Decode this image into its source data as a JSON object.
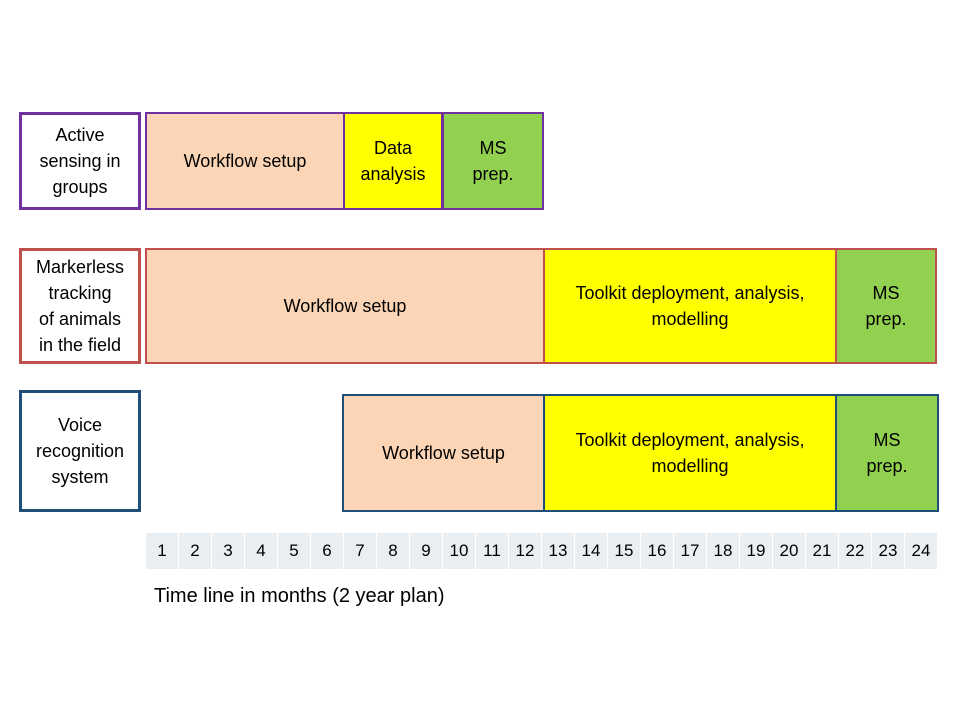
{
  "rows": [
    {
      "label": "Active\nsensing in\ngroups",
      "border_color": "#7030a0",
      "segments": [
        {
          "text": "Workflow setup",
          "color": "#fbd5b5"
        },
        {
          "text": "Data\nanalysis",
          "color": "#ffff00"
        },
        {
          "text": "MS\nprep.",
          "color": "#92d050"
        }
      ]
    },
    {
      "label": "Markerless\ntracking\nof animals\nin the field",
      "border_color": "#c0504d",
      "segments": [
        {
          "text": "Workflow setup",
          "color": "#fbd5b5"
        },
        {
          "text": "Toolkit deployment, analysis,\nmodelling",
          "color": "#ffff00"
        },
        {
          "text": "MS\nprep.",
          "color": "#92d050"
        }
      ]
    },
    {
      "label": "Voice\nrecognition\nsystem",
      "border_color": "#1f4e79",
      "segments": [
        {
          "text": "Workflow setup",
          "color": "#fbd5b5"
        },
        {
          "text": "Toolkit deployment, analysis,\nmodelling",
          "color": "#ffff00"
        },
        {
          "text": "MS\nprep.",
          "color": "#92d050"
        }
      ]
    }
  ],
  "timeline": {
    "months": [
      "1",
      "2",
      "3",
      "4",
      "5",
      "6",
      "7",
      "8",
      "9",
      "10",
      "11",
      "12",
      "13",
      "14",
      "15",
      "16",
      "17",
      "18",
      "19",
      "20",
      "21",
      "22",
      "23",
      "24"
    ],
    "caption": "Time line in months (2 year plan)"
  }
}
